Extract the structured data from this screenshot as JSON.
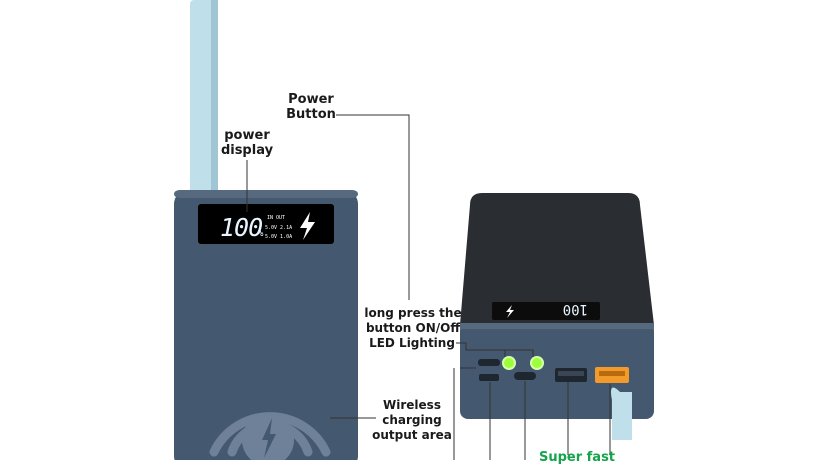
{
  "labels": {
    "power_button": "Power\nButton",
    "power_display": "power\ndisplay",
    "long_press": "long press the\nbutton ON/Off",
    "led_lighting": "LED Lighting",
    "wireless": "Wireless\ncharging\noutput area",
    "super_fast": "Super fast"
  },
  "front_display": {
    "percent": "100",
    "in_out_header": "IN  OUT",
    "line1": "5.0V 2.1A",
    "line2": "5.0V 1.0A"
  },
  "side_display": {
    "percent": "100"
  },
  "colors": {
    "body": "#44586f",
    "body_dark": "#2b3a4b",
    "top_black": "#2a2d31",
    "cable": "#bfe0ea",
    "led_green": "#9cff3a",
    "usb_orange": "#f29b2a",
    "line": "#333333"
  }
}
